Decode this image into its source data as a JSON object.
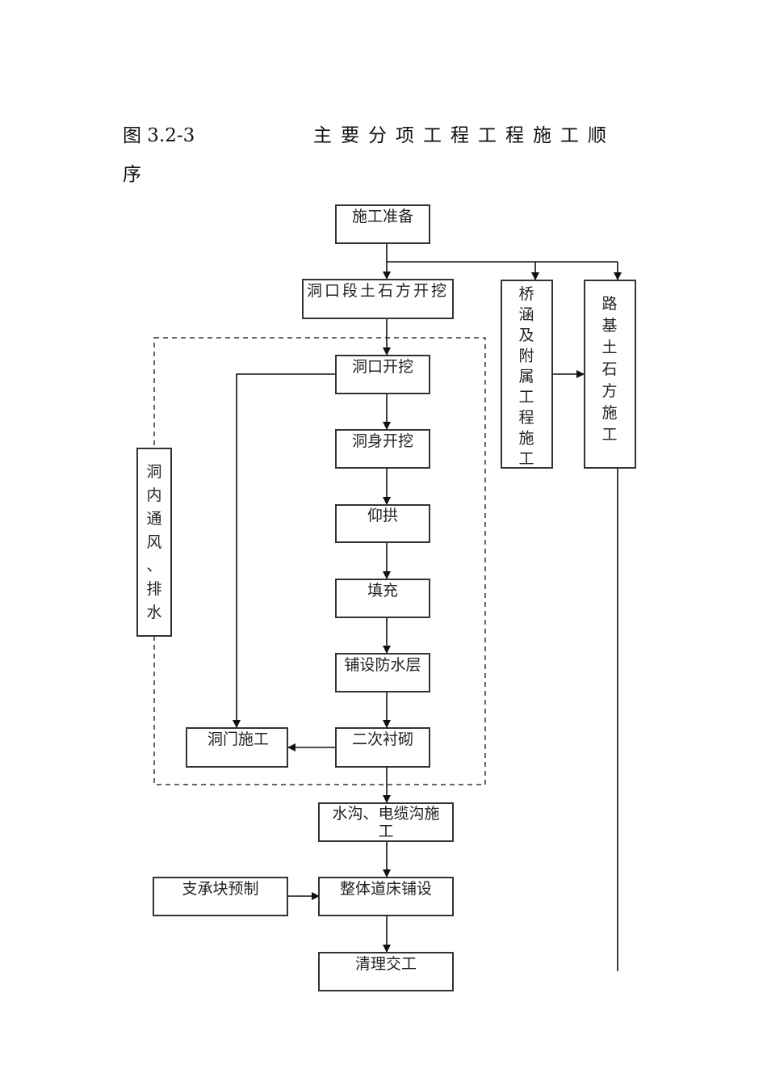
{
  "caption": {
    "figure_number": "图 3.2-3",
    "title": "主要分项工程工程施工顺",
    "title_tail": "序"
  },
  "nodes": {
    "prep": "施工准备",
    "portal_earthwork": "洞口段土石方开挖",
    "bridge_culvert": [
      "桥",
      "涵",
      "及",
      "附",
      "属",
      "工",
      "程",
      "施",
      "工"
    ],
    "roadbed": [
      "路",
      "基",
      "土",
      "石",
      "方",
      "施",
      "工"
    ],
    "portal_excavation": "洞口开挖",
    "body_excavation": "洞身开挖",
    "invert": "仰拱",
    "filling": "填充",
    "waterproof": "铺设防水层",
    "secondary_lining": "二次衬砌",
    "portal_construction": "洞门施工",
    "ventilation": [
      "洞",
      "内",
      "通",
      "风",
      "、",
      "排",
      "水"
    ],
    "ditch": [
      "水沟、电缆沟施",
      "工"
    ],
    "support_block": "支承块预制",
    "track_bed": "整体道床铺设",
    "handover": "清理交工"
  }
}
